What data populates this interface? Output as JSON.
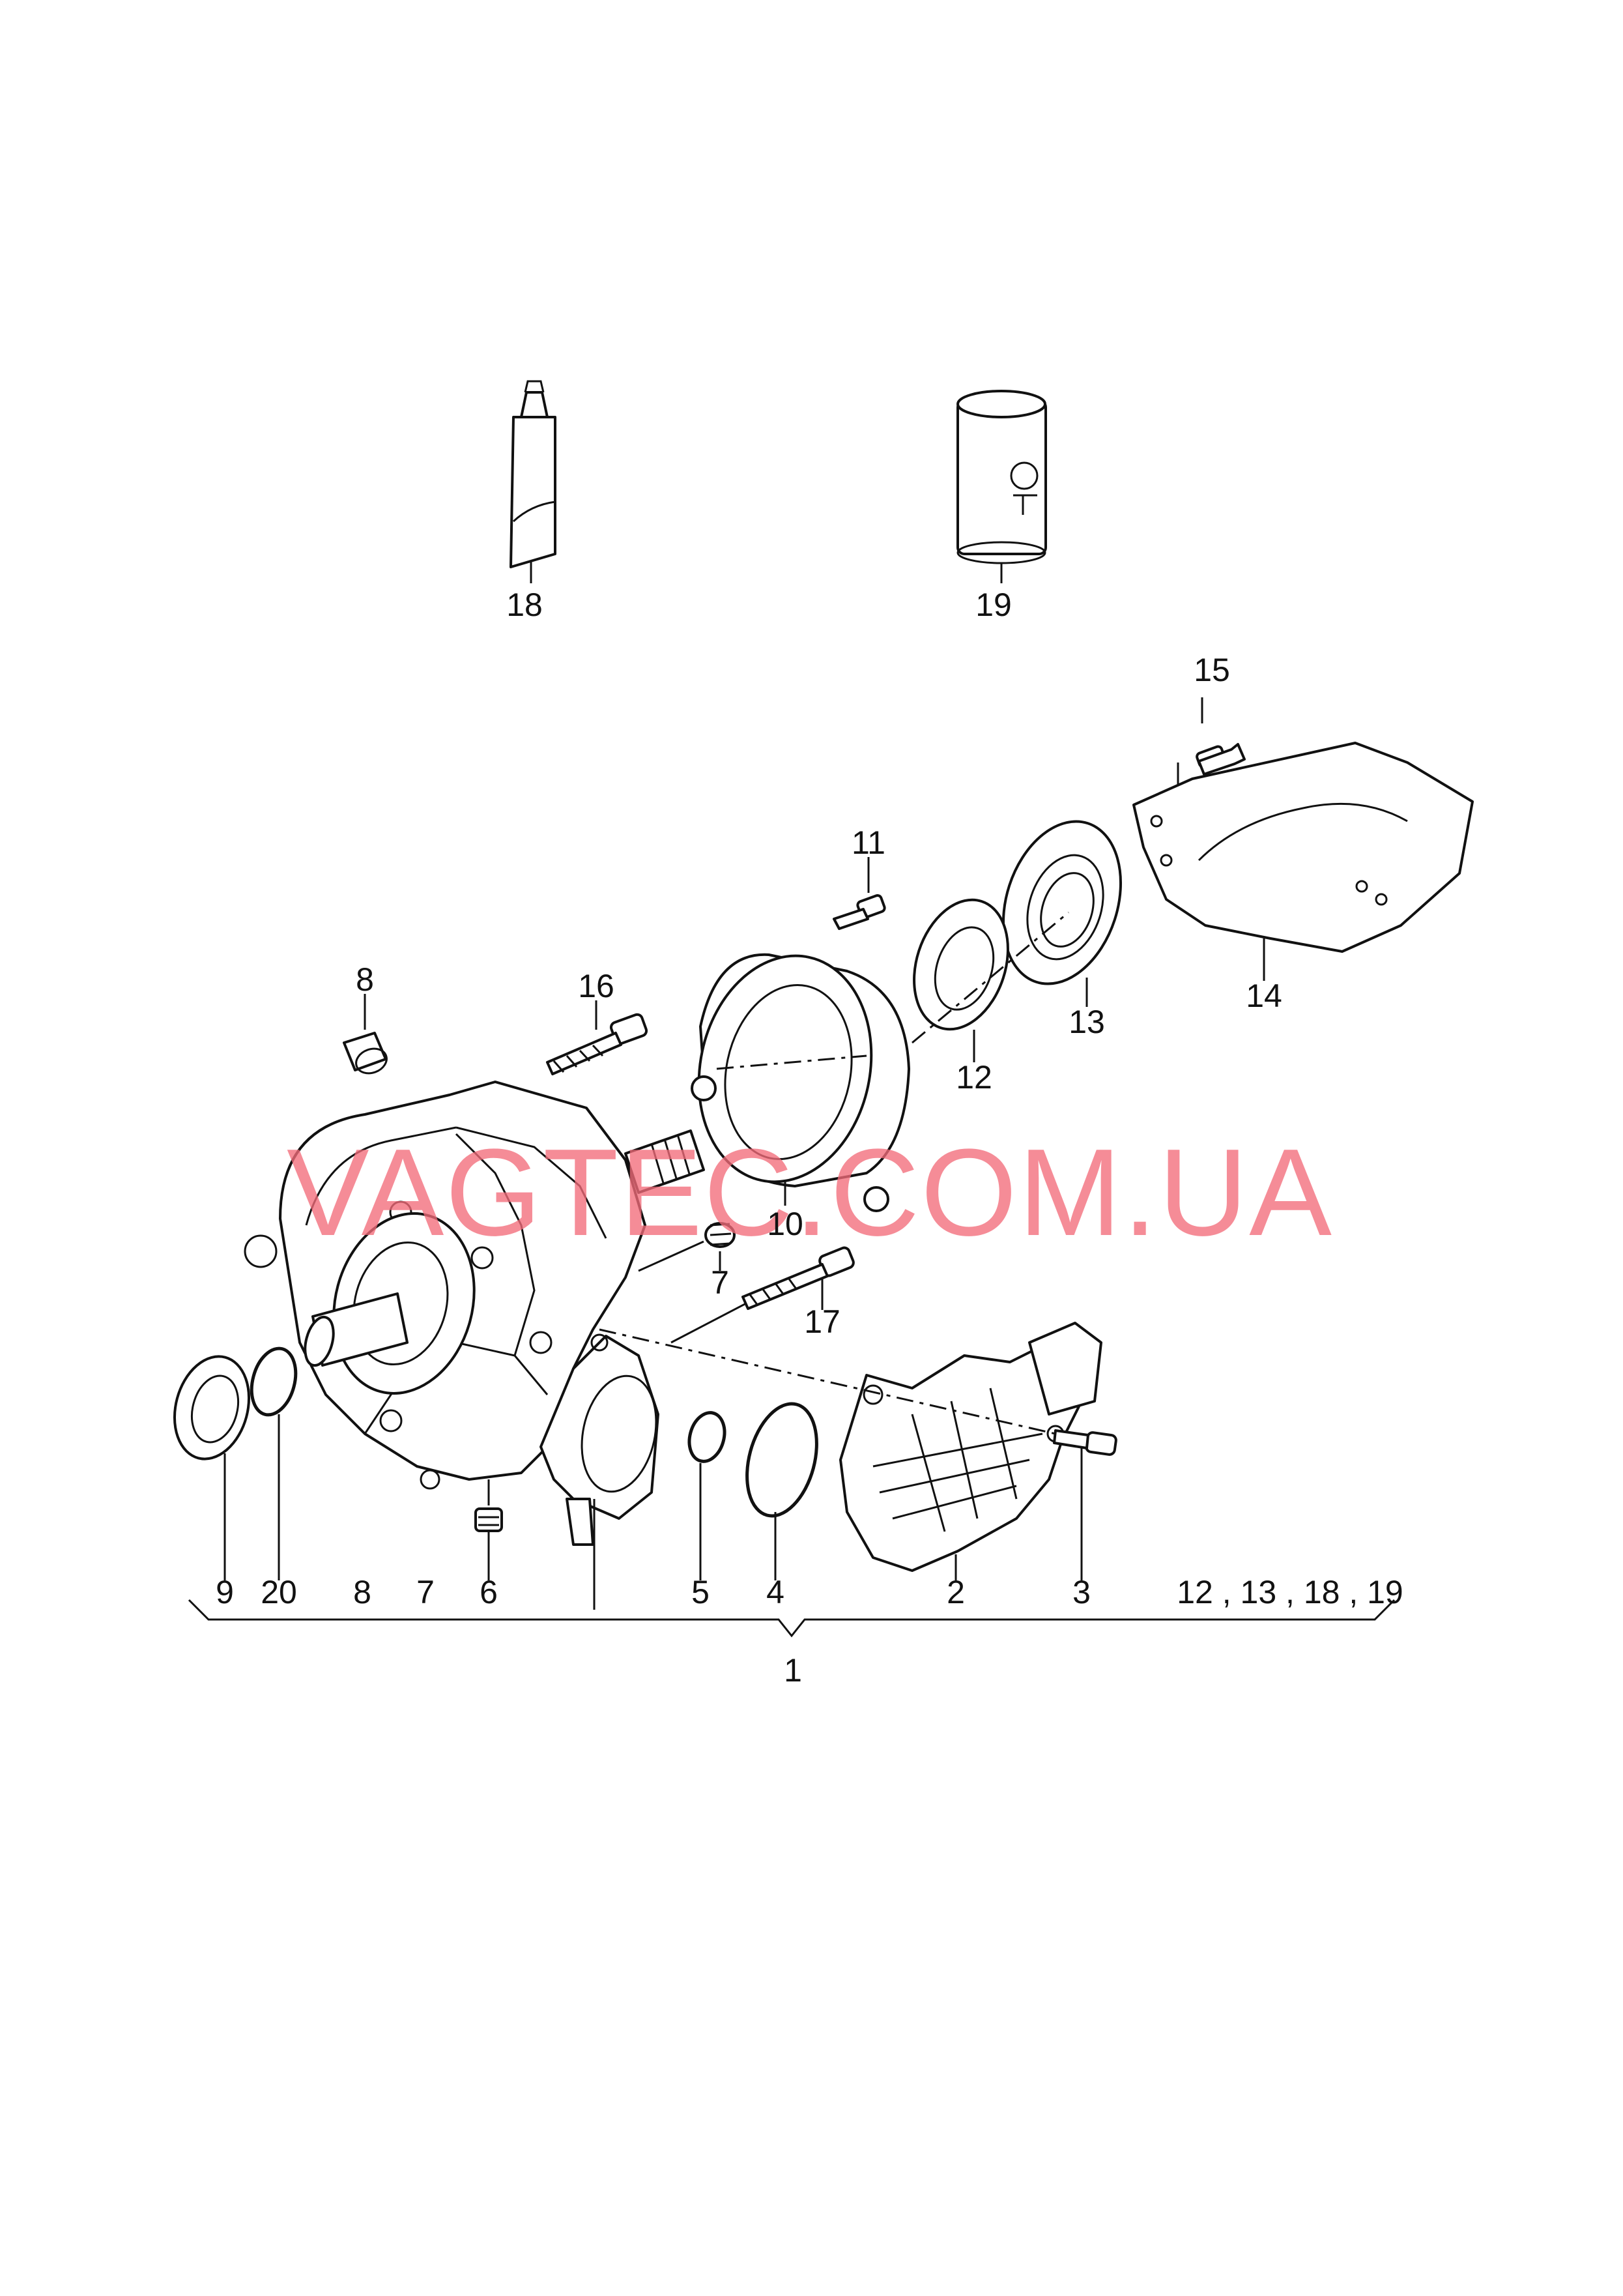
{
  "diagram": {
    "watermark": "VAGTEC.COM.UA",
    "callouts": {
      "c1": "1",
      "c2": "2",
      "c3": "3",
      "c4": "4",
      "c5": "5",
      "c6": "6",
      "c7a": "7",
      "c7b": "7",
      "c8a": "8",
      "c8b": "8",
      "c9": "9",
      "c10": "10",
      "c11": "11",
      "c12": "12",
      "c13": "13",
      "c14": "14",
      "c15": "15",
      "c16": "16",
      "c17": "17",
      "c18": "18",
      "c19": "19",
      "c20": "20"
    },
    "kit_contents": "12 , 13 , 18 , 19",
    "colors": {
      "line": "#111111",
      "watermark": "#f26b7a",
      "background": "#ffffff"
    }
  }
}
